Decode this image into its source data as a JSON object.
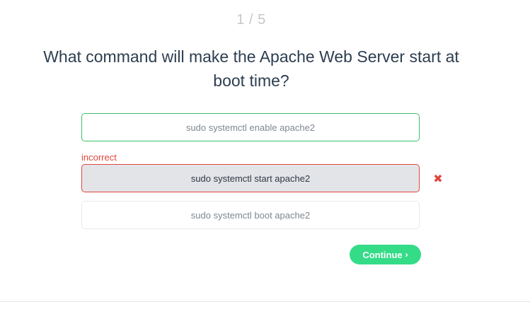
{
  "progress": "1 / 5",
  "question": "What command will make the Apache Web Server start at boot time?",
  "answers": [
    {
      "label": "sudo systemctl enable apache2",
      "state": "correct"
    },
    {
      "label": "sudo systemctl start apache2",
      "state": "selected-incorrect"
    },
    {
      "label": "sudo systemctl boot apache2",
      "state": "neutral"
    }
  ],
  "feedback": {
    "incorrect_label": "incorrect",
    "wrong_icon": "x-icon"
  },
  "continue": {
    "label": "Continue",
    "chevron": "›"
  },
  "colors": {
    "correct_border": "#3cbf6a",
    "incorrect": "#e0473e",
    "continue_bg": "#34dc88",
    "question_text": "#2d3e50"
  }
}
